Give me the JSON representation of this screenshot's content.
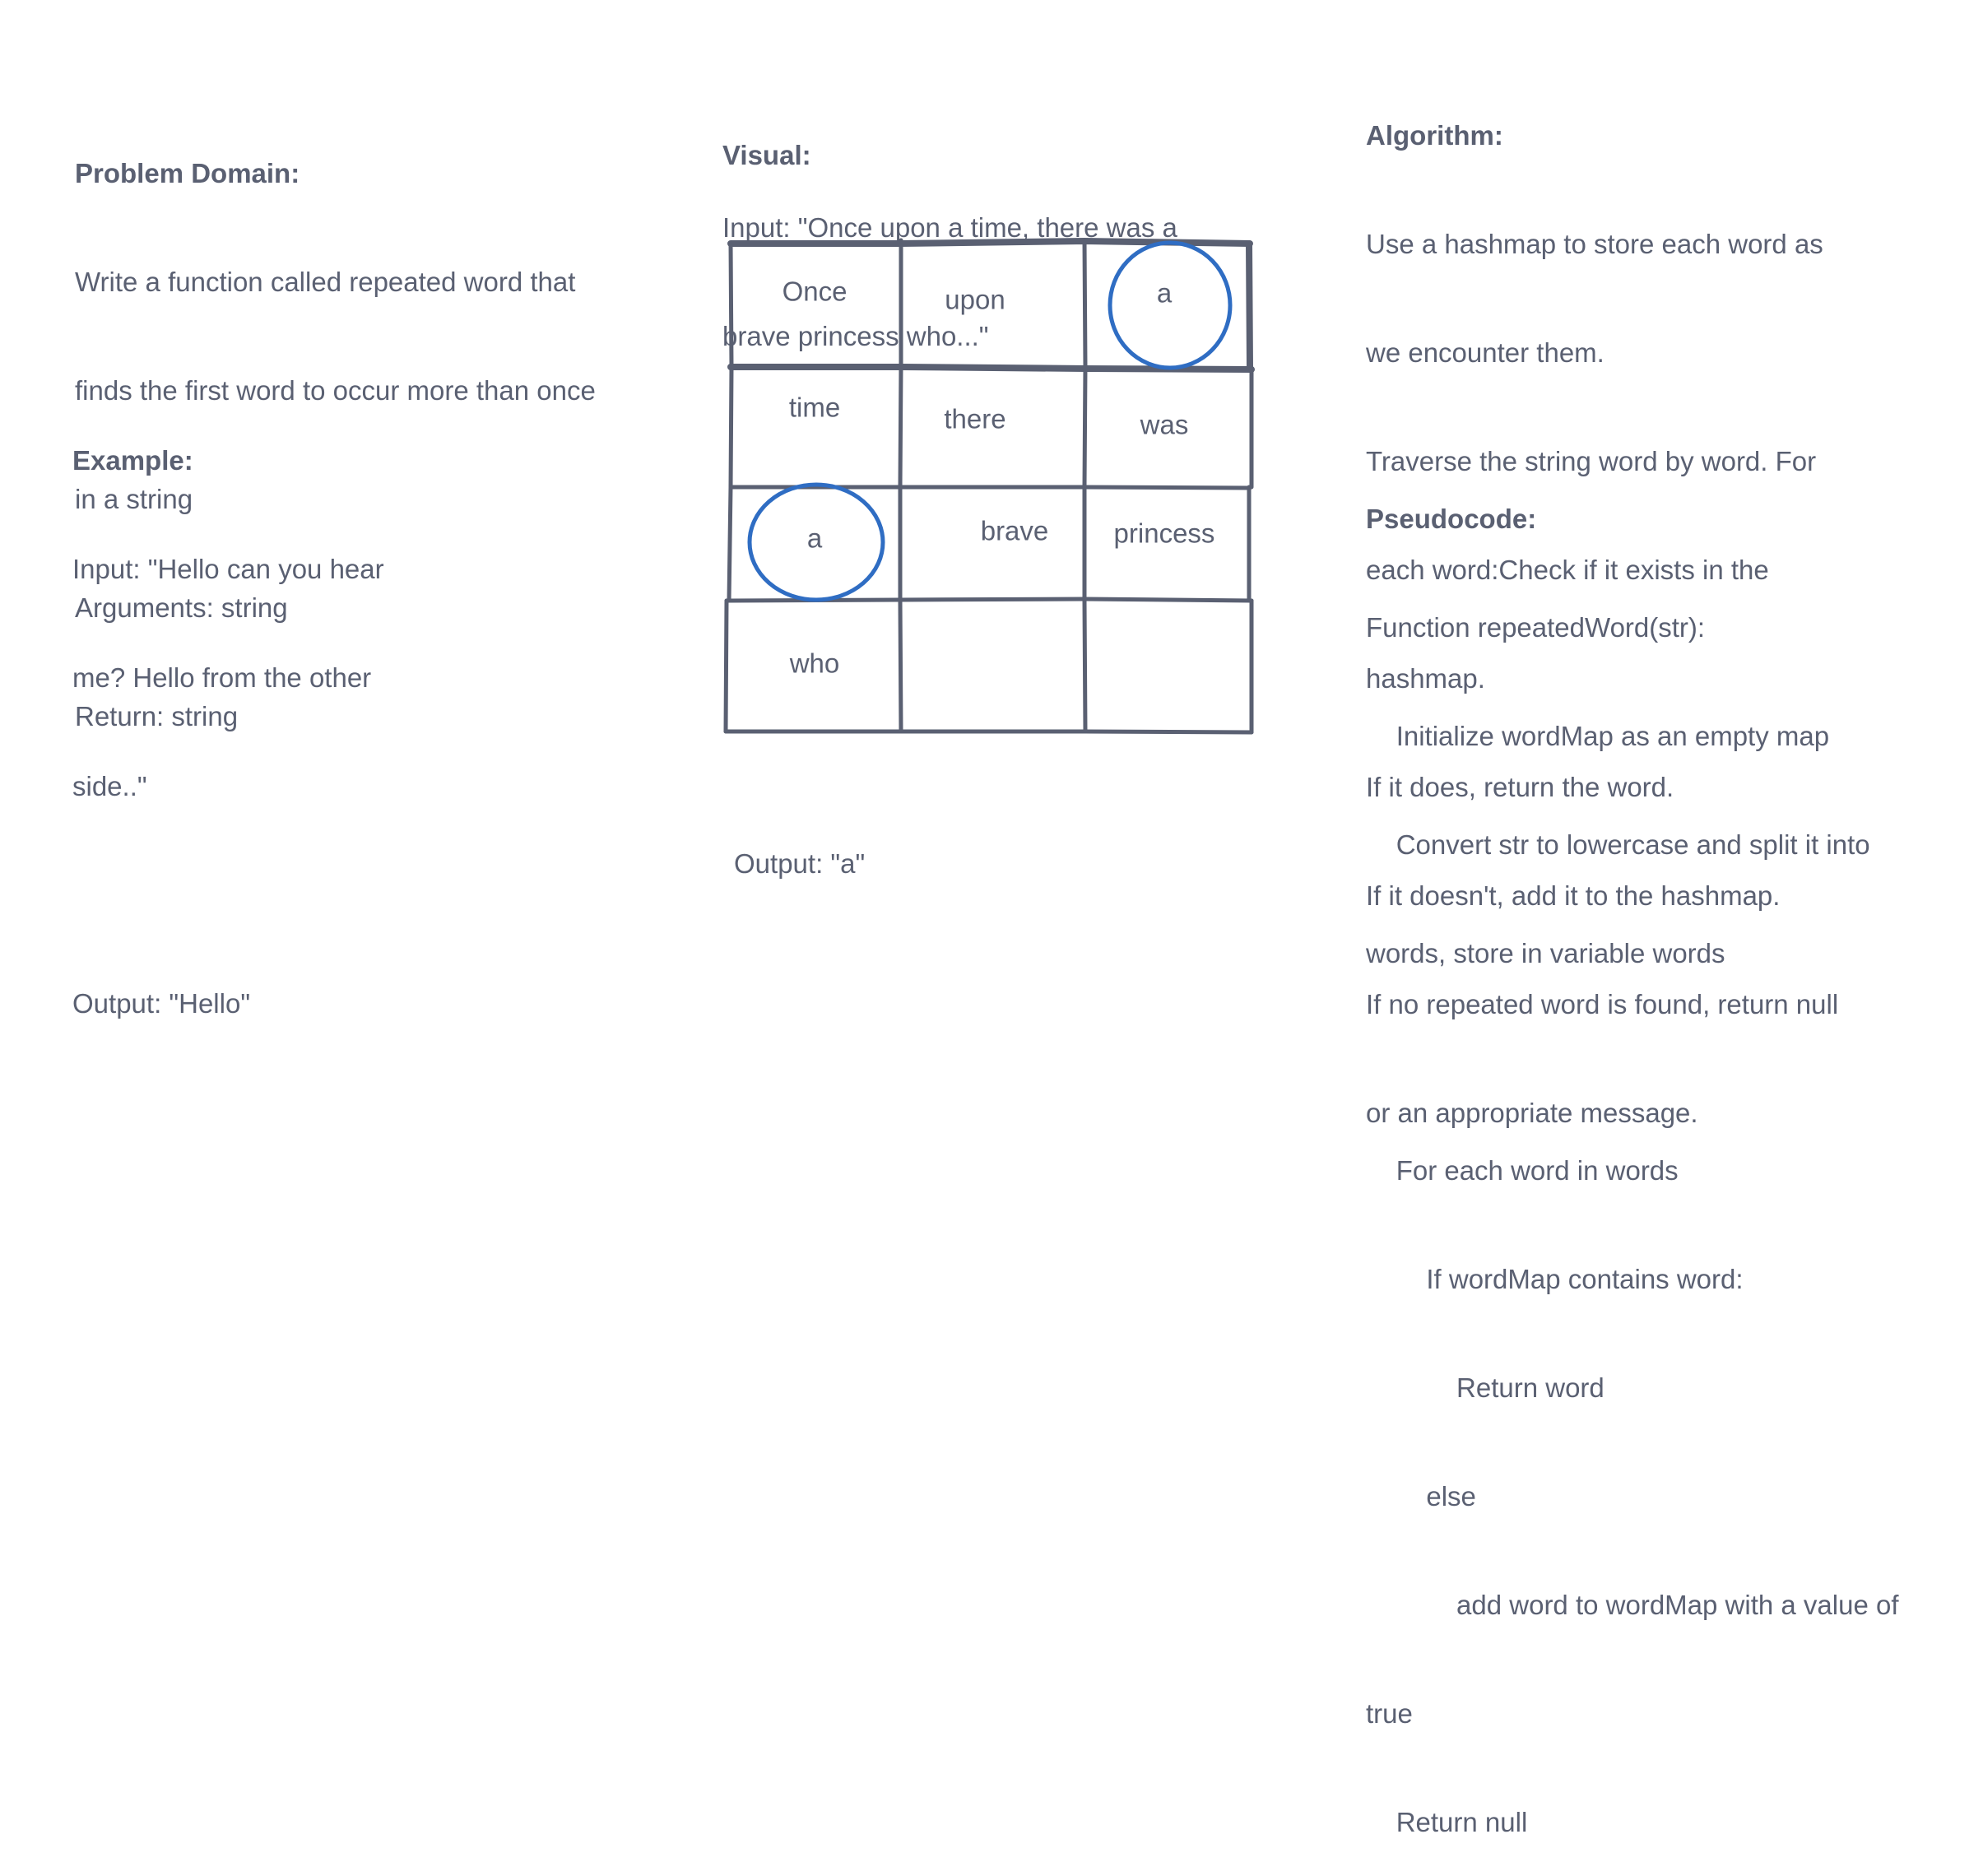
{
  "problem_domain": {
    "heading": "Problem Domain:",
    "lines": [
      "Write a function called repeated word that",
      "finds the first word to occur more than once",
      "in a string",
      "Arguments: string",
      "Return: string"
    ]
  },
  "example": {
    "heading": "Example:",
    "lines": [
      "Input: \"Hello can you hear",
      "me? Hello from the other",
      "side..\"",
      "",
      "Output: \"Hello\""
    ]
  },
  "visual": {
    "heading": "Visual:",
    "input_lines": [
      "Input: \"Once upon a time, there was a",
      "brave princess who...\""
    ],
    "grid": {
      "rows": [
        [
          "Once",
          "upon",
          "a"
        ],
        [
          "time",
          "there",
          "was"
        ],
        [
          "a",
          "brave",
          "princess"
        ],
        [
          "who",
          "",
          ""
        ]
      ],
      "highlighted_cells": [
        [
          0,
          2
        ],
        [
          2,
          0
        ]
      ],
      "highlight_color": "#2f6dc3",
      "line_color": "#5a6072"
    },
    "output": "Output: \"a\""
  },
  "algorithm": {
    "heading": "Algorithm:",
    "lines": [
      "Use a hashmap to store each word as",
      "we encounter them.",
      "Traverse the string word by word. For",
      "each word:Check if it exists in the",
      "hashmap.",
      "If it does, return the word.",
      "If it doesn't, add it to the hashmap.",
      "If no repeated word is found, return null",
      "or an appropriate message."
    ]
  },
  "pseudocode": {
    "heading": "Pseudocode:",
    "lines": [
      "Function repeatedWord(str):",
      "    Initialize wordMap as an empty map",
      "    Convert str to lowercase and split it into",
      "words, store in variable words",
      "",
      "    For each word in words",
      "        If wordMap contains word:",
      "            Return word",
      "        else",
      "            add word to wordMap with a value of",
      "true",
      "    Return null"
    ]
  },
  "text_color": "#5a6072"
}
